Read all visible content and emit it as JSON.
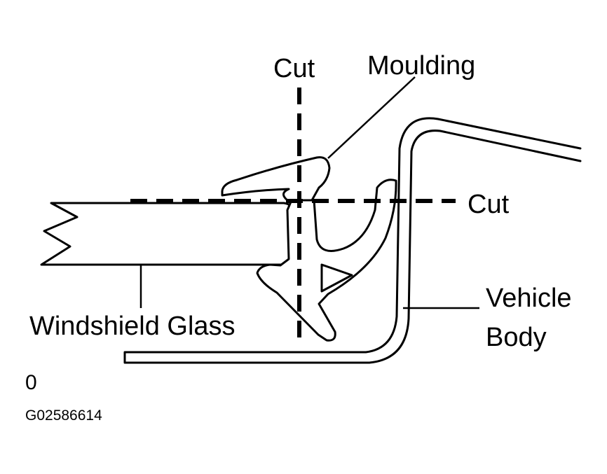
{
  "labels": {
    "cut_vertical": "Cut",
    "cut_horizontal": "Cut",
    "moulding": "Moulding",
    "vehicle_body_line1": "Vehicle",
    "vehicle_body_line2": "Body",
    "windshield_glass": "Windshield Glass",
    "corner_mark": "0",
    "figure_code": "G02586614"
  },
  "colors": {
    "line": "#000000",
    "background": "#ffffff"
  }
}
